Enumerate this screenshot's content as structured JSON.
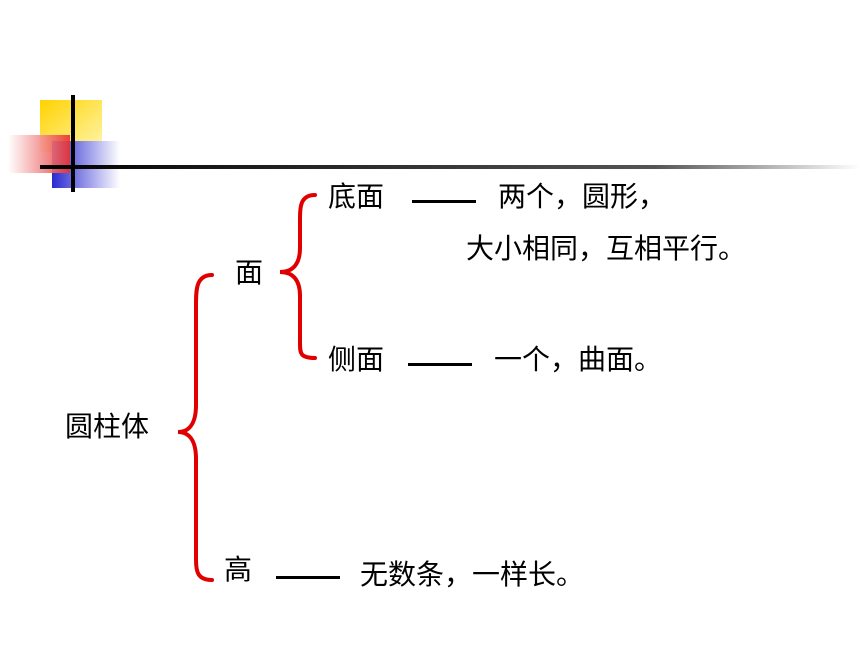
{
  "colors": {
    "brace": "#e00000",
    "deco_yellow": "#ffd200",
    "deco_red": "#e83030",
    "deco_blue": "#2a2ad0",
    "rule_line": "#000000"
  },
  "decoration": {
    "name": "slide-corner-squares-decoration"
  },
  "diagram": {
    "root": "圆柱体",
    "face": {
      "label": "面",
      "base": {
        "label": "底面",
        "line1": "两个，圆形，",
        "line2": "大小相同，互相平行。"
      },
      "side": {
        "label": "侧面",
        "description": "一个，曲面。"
      }
    },
    "height": {
      "label": "高",
      "description": "无数条，一样长。"
    }
  }
}
